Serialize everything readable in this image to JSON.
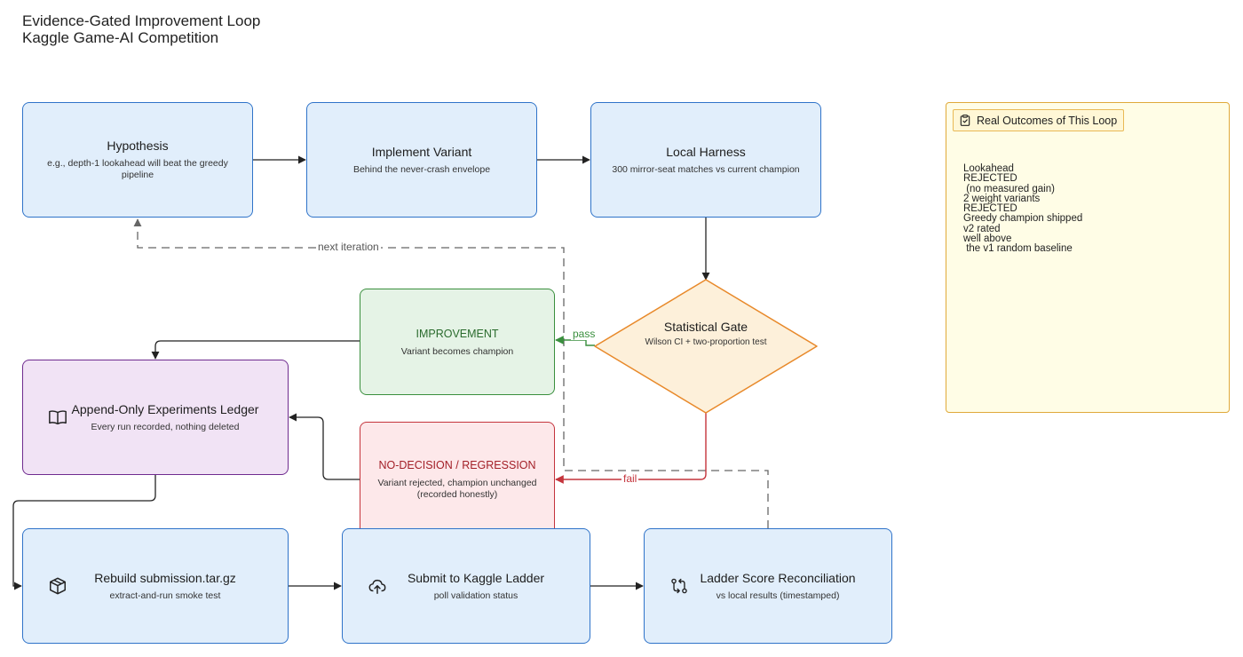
{
  "title": {
    "line1": "Evidence-Gated Improvement Loop",
    "line2": "Kaggle Game-AI Competition"
  },
  "nodes": {
    "hypothesis": {
      "title": "Hypothesis",
      "subtitle": "e.g., depth-1 lookahead will beat the greedy pipeline"
    },
    "implement": {
      "title": "Implement Variant",
      "subtitle": "Behind the never-crash envelope"
    },
    "harness": {
      "title": "Local Harness",
      "subtitle": "300 mirror-seat matches vs current champion"
    },
    "gate": {
      "title": "Statistical Gate",
      "subtitle": "Wilson CI + two-proportion test"
    },
    "improvement": {
      "title": "IMPROVEMENT",
      "subtitle": "Variant becomes champion"
    },
    "regression": {
      "title": "NO-DECISION / REGRESSION",
      "subtitle": "Variant rejected, champion unchanged (recorded honestly)"
    },
    "ledger": {
      "title": "Append-Only Experiments Ledger",
      "subtitle": "Every run recorded, nothing deleted",
      "icon": "open-book-icon"
    },
    "rebuild": {
      "title": "Rebuild submission.tar.gz",
      "subtitle": "extract-and-run smoke test",
      "icon": "package-icon"
    },
    "submit": {
      "title": "Submit to Kaggle Ladder",
      "subtitle": "poll validation status",
      "icon": "cloud-upload-icon"
    },
    "reconcile": {
      "title": "Ladder Score Reconciliation",
      "subtitle": "vs local results (timestamped)",
      "icon": "git-compare-icon"
    }
  },
  "edges": {
    "pass": "pass",
    "fail": "fail",
    "next_iteration": "next iteration"
  },
  "colors": {
    "blue_border": "#2f73c9",
    "pass_green": "#3a8f3e",
    "fail_red": "#c4343c",
    "gate_orange": "#e8892a"
  },
  "outcomes": {
    "title": "Real Outcomes of This Loop",
    "icon": "clipboard-icon",
    "lines": [
      "Lookahead",
      "REJECTED",
      " (no measured gain)",
      "2 weight variants",
      "REJECTED",
      "Greedy champion shipped",
      "v2 rated",
      "well above",
      " the v1 random baseline"
    ]
  }
}
